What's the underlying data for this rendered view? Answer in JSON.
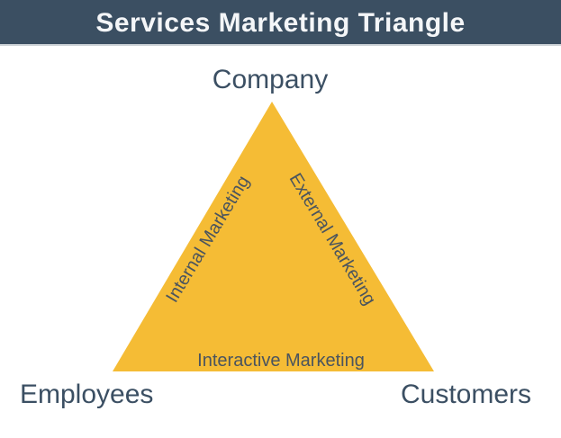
{
  "header": {
    "title": "Services Marketing Triangle",
    "background_color": "#3b4f62",
    "text_color": "#f4f6f8"
  },
  "diagram": {
    "type": "triangle",
    "fill": "#f5bc35",
    "vertex_label_color": "#3b4f63",
    "edge_label_color": "#4a545e",
    "vertices": {
      "top": "Company",
      "bottom_left": "Employees",
      "bottom_right": "Customers"
    },
    "edges": {
      "left": "Internal Marketing",
      "right": "External Marketing",
      "bottom": "Interactive Marketing"
    }
  }
}
